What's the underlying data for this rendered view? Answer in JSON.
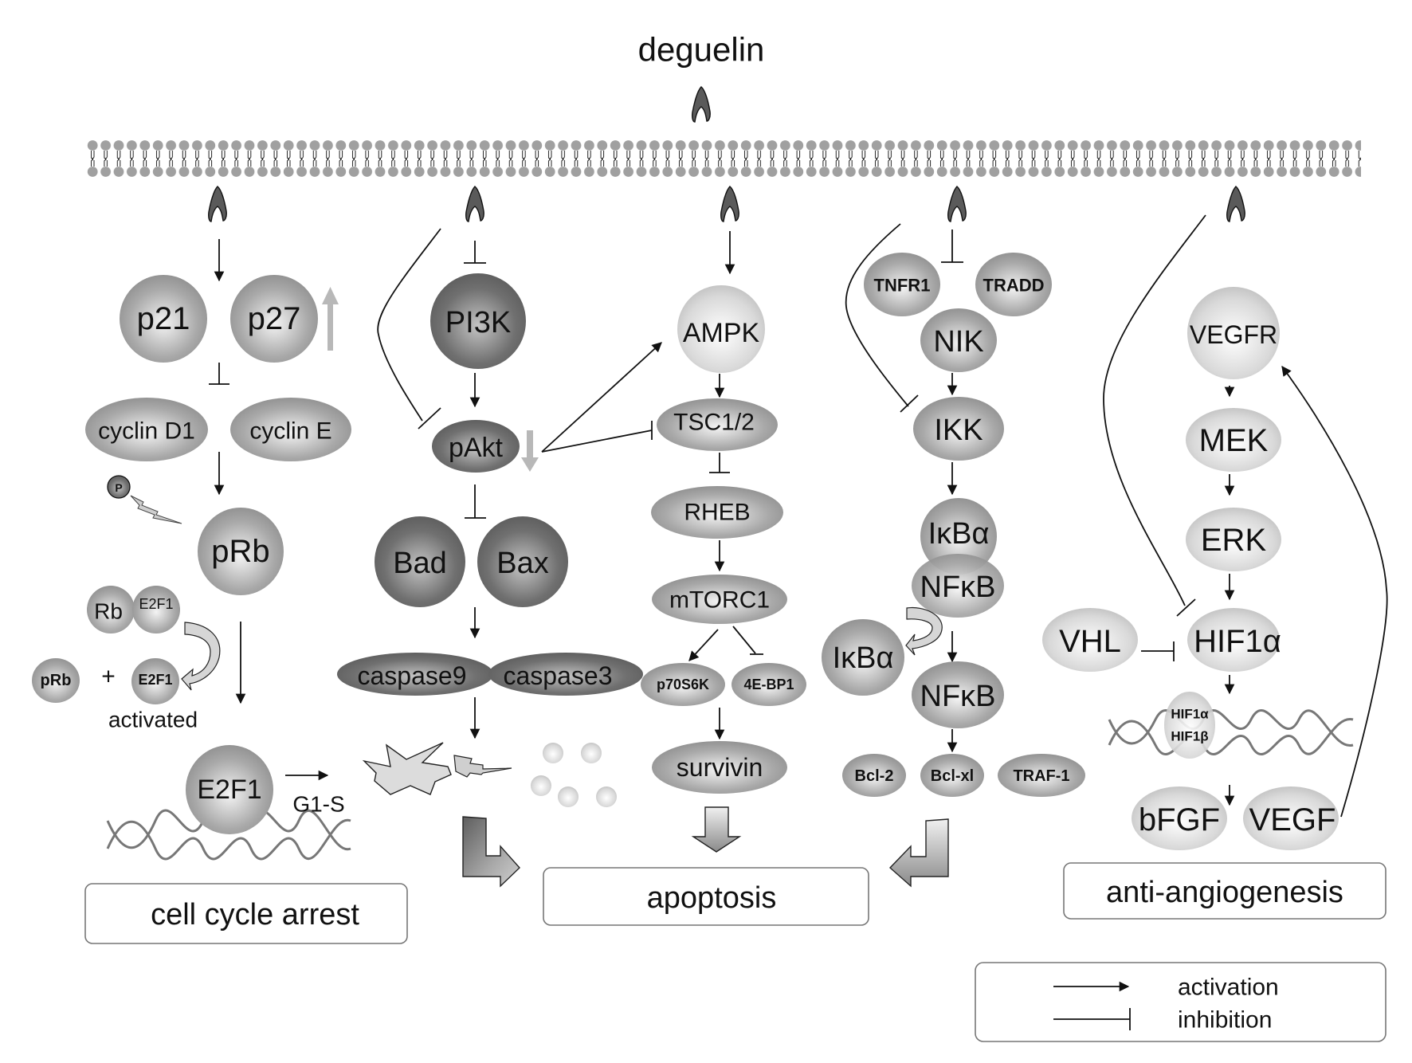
{
  "title": "deguelin",
  "colors": {
    "light_node": "#d8d8d8",
    "mid_node": "#a6a6a6",
    "dark_node": "#6e6e6e",
    "membrane": "#a0a0a0",
    "receptor_icon": "#555555",
    "indicator_arrow": "#b8b8b8"
  },
  "icons": {
    "drug_binding": "deguelin-binding-icon",
    "up_indicator": "up-arrow-icon",
    "down_indicator": "down-arrow-icon"
  },
  "pathways": {
    "cell_cycle": {
      "nodes": {
        "p21": "p21",
        "p27": "p27",
        "cyclin_d1": "cyclin D1",
        "cyclin_e": "cyclin E",
        "phospho": "P",
        "prb": "pRb",
        "rb": "Rb",
        "e2f1_complex": "E2F1",
        "prb_small": "pRb",
        "plus": "+",
        "e2f1_small": "E2F1",
        "activated": "activated",
        "e2f1_big": "E2F1",
        "g1s": "G1-S"
      },
      "outcome": "cell cycle arrest"
    },
    "pi3k": {
      "nodes": {
        "pi3k": "PI3K",
        "pakt": "pAkt",
        "bad": "Bad",
        "bax": "Bax",
        "caspase9": "caspase9",
        "caspase3": "caspase3"
      }
    },
    "ampk": {
      "nodes": {
        "ampk": "AMPK",
        "tsc": "TSC1/2",
        "rheb": "RHEB",
        "mtorc1": "mTORC1",
        "p70s6k": "p70S6K",
        "ebp1": "4E-BP1",
        "survivin": "survivin"
      },
      "outcome": "apoptosis"
    },
    "nfkb": {
      "nodes": {
        "tnfr1": "TNFR1",
        "tradd": "TRADD",
        "nik": "NIK",
        "ikk": "IKK",
        "ikba": "IκBα",
        "nfkb": "NFκB",
        "ikba_free": "IκBα",
        "nfkb_free": "NFκB",
        "bcl2": "Bcl-2",
        "bclxl": "Bcl-xl",
        "traf1": "TRAF-1"
      }
    },
    "angiogenesis": {
      "nodes": {
        "vegfr": "VEGFR",
        "mek": "MEK",
        "erk": "ERK",
        "vhl": "VHL",
        "hif1a": "HIF1α",
        "hif1a_small": "HIF1α",
        "hif1b_small": "HIF1β",
        "bfgf": "bFGF",
        "vegf": "VEGF"
      },
      "outcome": "anti-angiogenesis"
    }
  },
  "legend": {
    "activation": "activation",
    "inhibition": "inhibition"
  }
}
